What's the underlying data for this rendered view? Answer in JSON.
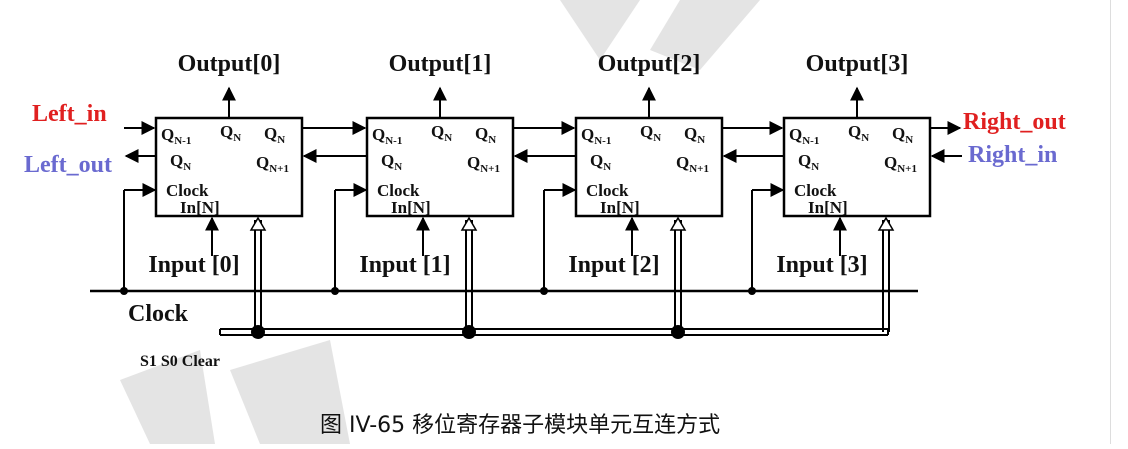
{
  "colors": {
    "line": "#000000",
    "red_label": "#e02020",
    "blue_label": "#6a6ad0",
    "watermark": "#d9d9d9"
  },
  "labels": {
    "left_in": "Left_in",
    "left_out": "Left_out",
    "right_out": "Right_out",
    "right_in": "Right_in",
    "clock": "Clock",
    "control": "S1 S0 Clear",
    "caption": "图 IV-65 移位寄存器子模块单元互连方式"
  },
  "pin_labels": {
    "q": "Q",
    "sub_nm1": "N-1",
    "sub_n": "N",
    "sub_np1": "N+1",
    "clock": "Clock",
    "in": "In[N]"
  },
  "cells": [
    {
      "output": "Output[0]",
      "input": "Input [0]"
    },
    {
      "output": "Output[1]",
      "input": "Input [1]"
    },
    {
      "output": "Output[2]",
      "input": "Input [2]"
    },
    {
      "output": "Output[3]",
      "input": "Input [3]"
    }
  ]
}
